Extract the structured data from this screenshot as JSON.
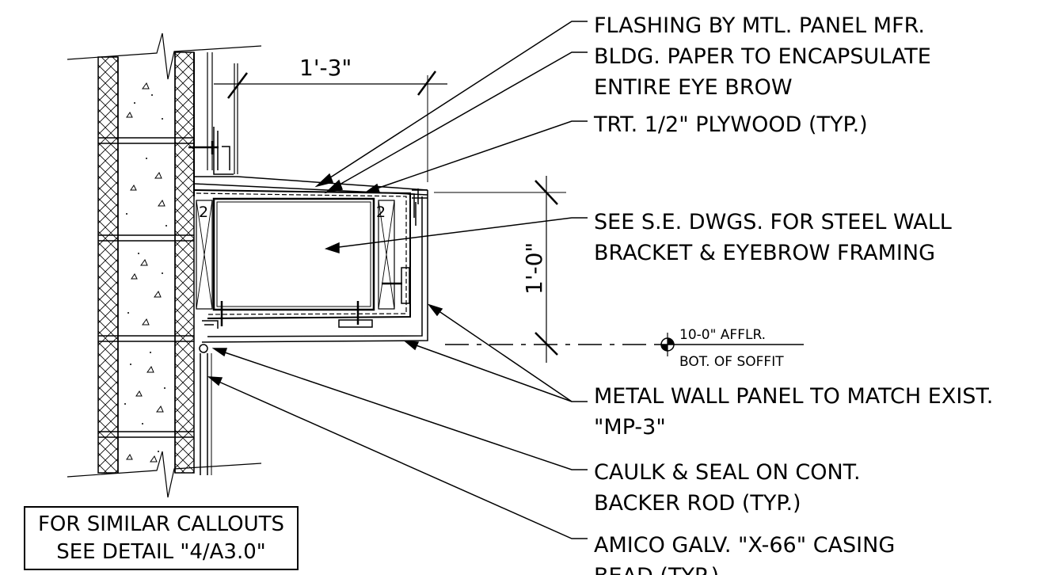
{
  "notes": {
    "flashing": "FLASHING BY MTL. PANEL MFR.",
    "bldg_paper_1": "BLDG. PAPER TO ENCAPSULATE",
    "bldg_paper_2": "ENTIRE EYE BROW",
    "plywood": "TRT. 1/2\" PLYWOOD (TYP.)",
    "steel_1": "SEE S.E. DWGS. FOR STEEL WALL",
    "steel_2": "BRACKET & EYEBROW FRAMING",
    "panel_1": "METAL WALL PANEL TO MATCH EXIST.",
    "panel_2": "\"MP-3\"",
    "caulk_1": "CAULK & SEAL ON CONT.",
    "caulk_2": "BACKER ROD (TYP.)",
    "casing_1": "AMICO GALV. \"X-66\" CASING",
    "casing_2": "BEAD (TYP.)"
  },
  "dimensions": {
    "width": "1'-3\"",
    "height": "1'-0\""
  },
  "elevation": {
    "top": "10-0\" AFFLR.",
    "bottom": "BOT. OF SOFFIT"
  },
  "tags": {
    "left": "2",
    "right": "2"
  },
  "callout_box": {
    "line1": "FOR SIMILAR CALLOUTS",
    "line2": "SEE DETAIL \"4/A3.0\""
  }
}
